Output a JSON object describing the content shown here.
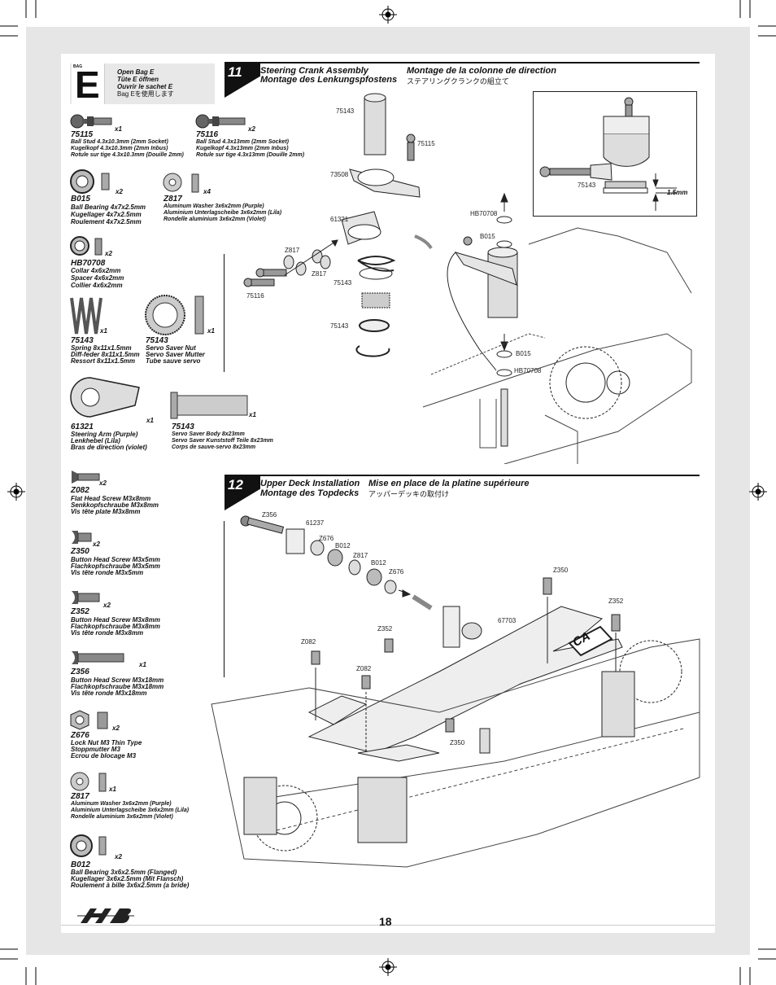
{
  "bag": {
    "tag": "BAG",
    "letter": "E",
    "lines": [
      "Open Bag E",
      "Tüte E öffnen",
      "Ouvrir le sachet E",
      "Bag Eを使用します"
    ]
  },
  "step11": {
    "number": "11",
    "title_en": "Steering Crank Assembly",
    "title_de": "Montage des Lenkungspfostens",
    "title_fr": "Montage de la colonne de direction",
    "title_jp": "ステアリングクランクの組立て"
  },
  "step12": {
    "number": "12",
    "title_en": "Upper Deck Installation",
    "title_de": "Montage des Topdecks",
    "title_fr": "Mise en place de la platine supérieure",
    "title_jp": "アッパーデッキの取付け"
  },
  "parts": [
    {
      "code": "75115",
      "qty": "x1",
      "lines": [
        "Ball Stud 4.3x10.3mm (2mm Socket)",
        "Kugelkopf 4.3x10.3mm (2mm Inbus)",
        "Rotule sur tige 4.3x10.3mm (Douille 2mm)"
      ]
    },
    {
      "code": "75116",
      "qty": "x2",
      "lines": [
        "Ball Stud 4.3x13mm (2mm Socket)",
        "Kugelkopf 4.3x13mm (2mm Inbus)",
        "Rotule sur tige 4.3x13mm (Douille 2mm)"
      ]
    },
    {
      "code": "B015",
      "qty": "x2",
      "lines": [
        "Ball Bearing 4x7x2.5mm",
        "Kugellager 4x7x2.5mm",
        "Roulement 4x7x2.5mm"
      ]
    },
    {
      "code": "Z817",
      "qty": "x4",
      "lines": [
        "Aluminum Washer 3x6x2mm (Purple)",
        "Aluminium Unterlagscheibe 3x6x2mm (Lila)",
        "Rondelle aluminium 3x6x2mm (Violet)"
      ]
    },
    {
      "code": "HB70708",
      "qty": "x2",
      "lines": [
        "Collar 4x6x2mm",
        "Spacer 4x6x2mm",
        "Collier 4x6x2mm"
      ]
    },
    {
      "code": "75143",
      "qty": "x1",
      "lines": [
        "Spring 8x11x1.5mm",
        "Diff-feder 8x11x1.5mm",
        "Ressort 8x11x1.5mm"
      ]
    },
    {
      "code": "75143",
      "qty": "x1",
      "lines": [
        "Servo Saver Nut",
        "Servo Saver Mutter",
        "Tube sauve servo"
      ]
    },
    {
      "code": "61321",
      "qty": "x1",
      "lines": [
        "Steering Arm (Purple)",
        "Lenkhebel (Lila)",
        "Bras de direction (violet)"
      ]
    },
    {
      "code": "75143",
      "qty": "x1",
      "lines": [
        "Servo Saver Body 8x23mm",
        "Servo Saver Kunststoff Teile 8x23mm",
        "Corps de sauve-servo 8x23mm"
      ]
    },
    {
      "code": "Z082",
      "qty": "x2",
      "lines": [
        "Flat Head Screw M3x8mm",
        "Senkkopfschraube M3x8mm",
        "Vis tête plate M3x8mm"
      ]
    },
    {
      "code": "Z350",
      "qty": "x2",
      "lines": [
        "Button Head Screw M3x5mm",
        "Flachkopfschraube M3x5mm",
        "Vis tête ronde M3x5mm"
      ]
    },
    {
      "code": "Z352",
      "qty": "x2",
      "lines": [
        "Button Head Screw M3x8mm",
        "Flachkopfschraube M3x8mm",
        "Vis tête ronde M3x8mm"
      ]
    },
    {
      "code": "Z356",
      "qty": "x1",
      "lines": [
        "Button Head Screw M3x18mm",
        "Flachkopfschraube M3x18mm",
        "Vis tête ronde M3x18mm"
      ]
    },
    {
      "code": "Z676",
      "qty": "x2",
      "lines": [
        "Lock Nut M3 Thin Type",
        "Stoppmutter M3",
        "Ecrou de blocage M3"
      ]
    },
    {
      "code": "Z817",
      "qty": "x1",
      "lines": [
        "Aluminum Washer 3x6x2mm (Purple)",
        "Aluminium Unterlagscheibe 3x6x2mm (Lila)",
        "Rondelle aluminium 3x6x2mm (Violet)"
      ]
    },
    {
      "code": "B012",
      "qty": "x2",
      "lines": [
        "Ball Bearing 3x6x2.5mm (Flanged)",
        "Kugellager 3x6x2.5mm (Mit Flansch)",
        "Roulement à bille 3x6x2.5mm (a bride)"
      ]
    }
  ],
  "callouts11": [
    "75143",
    "75115",
    "73508",
    "61321",
    "Z817",
    "Z817",
    "75116",
    "75143",
    "75143",
    "HB70708",
    "B015",
    "B015",
    "HB70708",
    "75143"
  ],
  "inset_dim": "1.5mm",
  "callouts12": [
    "Z356",
    "61237",
    "Z676",
    "B012",
    "Z817",
    "B012",
    "Z676",
    "Z350",
    "Z352",
    "67703",
    "Z352",
    "Z082",
    "Z082",
    "Z350"
  ],
  "ca_label": "CA",
  "page_number": "18"
}
